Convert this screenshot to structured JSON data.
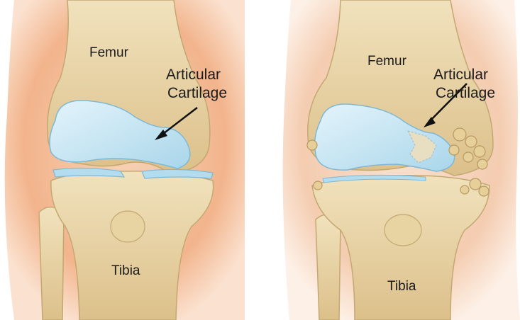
{
  "panels": [
    {
      "femur": "Femur",
      "cartilage_line1": "Articular",
      "cartilage_line2": "Cartilage",
      "tibia": "Tibia"
    },
    {
      "femur": "Femur",
      "cartilage_line1": "Articular",
      "cartilage_line2": "Cartilage",
      "tibia": "Tibia"
    }
  ],
  "colors": {
    "skin": "#f2b48c",
    "bone": "#e9d3a1",
    "bone_shadow": "#cdb27a",
    "cartilage": "#c6e6f3",
    "cartilage_edge": "#7fb8d4"
  }
}
